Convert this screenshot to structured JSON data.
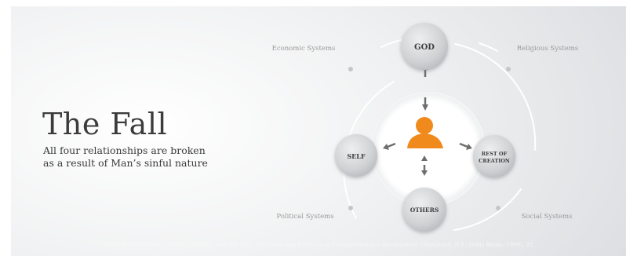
{
  "slide": {
    "title": "The Fall",
    "subtitle_lines": [
      "All four relationships are broken",
      "as a result of Man’s sinful nature"
    ],
    "footer": {
      "pre": "Adapted from Bryant L. Myers, ",
      "title": "Walking with the Poor: Principles and Practices of Transformational Development",
      "post": " (Maryknoll, N.Y.: Orbis Books, 1999), 27."
    }
  },
  "diagram": {
    "nodes": {
      "god": "GOD",
      "self": "SELF",
      "rest_line1": "REST OF",
      "rest_line2": "CREATION",
      "others": "OTHERS"
    },
    "systems": {
      "economic": "Economic Systems",
      "religious": "Religious Systems",
      "political": "Political Systems",
      "social": "Social Systems"
    },
    "center_icon": "person-icon",
    "colors": {
      "person": "#f08a1c",
      "node_fill": "#cfd1d3",
      "label": "#9a9a9a",
      "arrow": "#6e6e6e"
    }
  }
}
